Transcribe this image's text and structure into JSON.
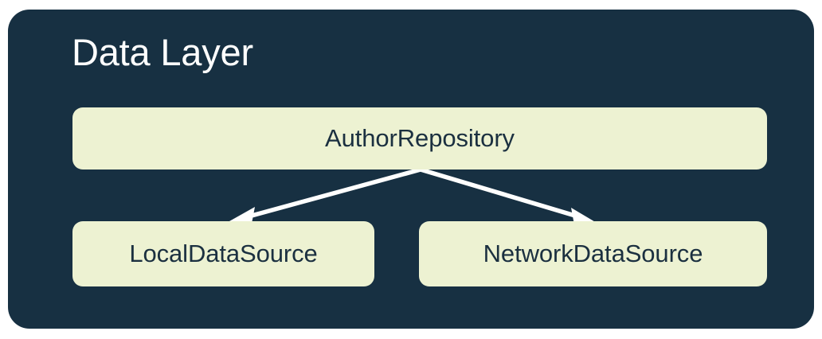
{
  "diagram": {
    "title": "Data Layer",
    "panel_color": "#173042",
    "node_fill": "#EDF2D2",
    "node_text_color": "#1B3040",
    "title_color": "#FFFFFF",
    "arrow_color": "#FFFFFF",
    "page_background": "#FFFFFF",
    "nodes": [
      {
        "id": "author-repository",
        "label": "AuthorRepository",
        "role": "repository"
      },
      {
        "id": "local-data-source",
        "label": "LocalDataSource",
        "role": "data-source"
      },
      {
        "id": "network-data-source",
        "label": "NetworkDataSource",
        "role": "data-source"
      }
    ],
    "edges": [
      {
        "from": "author-repository",
        "to": "local-data-source",
        "arrowhead": "filled-triangle"
      },
      {
        "from": "author-repository",
        "to": "network-data-source",
        "arrowhead": "filled-triangle"
      }
    ]
  }
}
